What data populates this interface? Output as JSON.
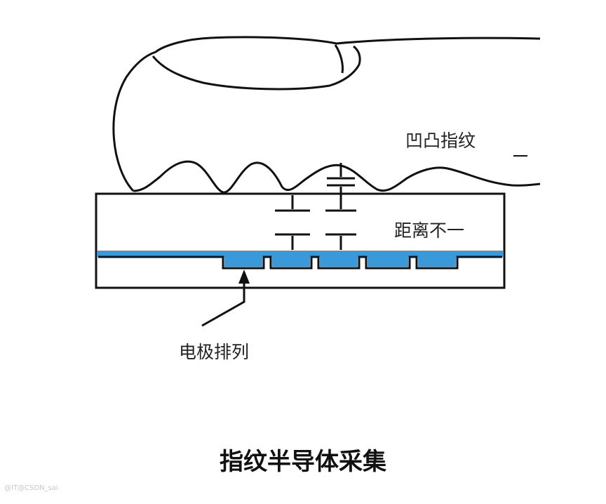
{
  "labels": {
    "fingerprint_ridges": "凹凸指纹",
    "distance_varies": "距离不一",
    "electrode_array": "电极排列"
  },
  "caption": "指纹半导体采集",
  "watermark": "@IT@CSDN_sai",
  "colors": {
    "outline": "#111111",
    "electrode_layer": "#3a9ad9",
    "text": "#222222"
  }
}
